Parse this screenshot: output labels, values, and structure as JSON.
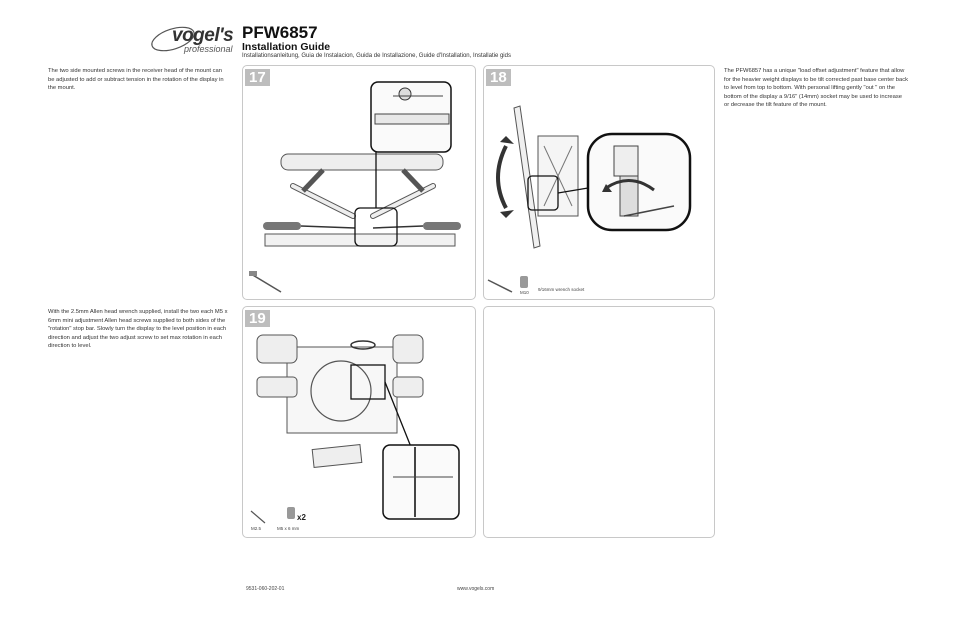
{
  "header": {
    "logo_word": "vogel's",
    "logo_sub": "professional",
    "title": "PFW6857",
    "subtitle": "Installation Guide",
    "languages": "Installationsanleitung, Guia de Instalacion, Guida de Installazione, Guide d'Installation, Installatie gids"
  },
  "text": {
    "left_top": "The two side mounted screws in the receiver head of the mount can be adjusted to add or subtract tension in the rotation of the display in the mount.",
    "left_bottom": "With the 2.5mm Allen head wrench supplied, install the two each M5 x 6mm mini adjustment Allen head screws supplied to both sides of the \"rotation\" stop bar. Slowly turn the display to the level position in each direction and adjust the two adjust screw to set max rotation in each direction to level.",
    "right_top": "The PFW6857 has a unique \"load offset adjustment\" feature that allow for the heavier weight displays to be tilt corrected past base center back to level from top to bottom. With personal lifting gently \"out \" on the bottom  of the display a 9/16\" (14mm) socket may be used to increase or decrease the tilt feature of the mount."
  },
  "panels": {
    "p17": {
      "step": "17"
    },
    "p18": {
      "step": "18",
      "part_label": "M10",
      "tool_label": "9/16mm wrench socket"
    },
    "p19": {
      "step": "19",
      "qty": "x2",
      "wrench_label": "M2.5",
      "screw_label": "M5 x 6 mm"
    }
  },
  "footer": {
    "code": "9531-060-202-01",
    "url": "www.vogels.com"
  }
}
